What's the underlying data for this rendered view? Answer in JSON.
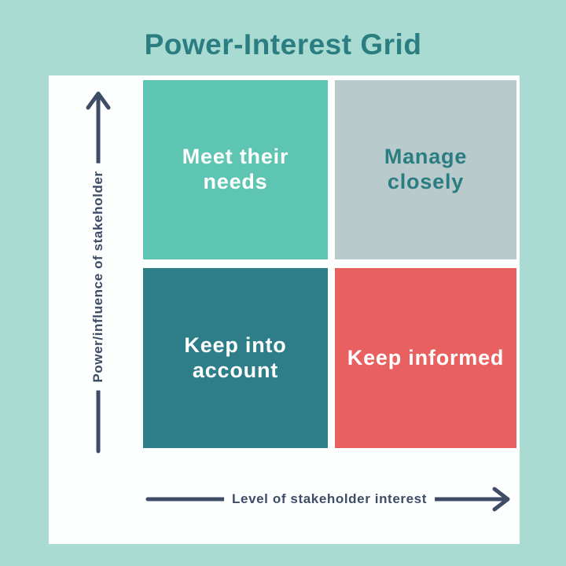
{
  "title": "Power-Interest Grid",
  "colors": {
    "background": "#a9dbd3",
    "card": "#fdfefe",
    "title_text": "#2a7d80",
    "axis": "#3e4c66"
  },
  "axes": {
    "y_label": "Power/influence of stakeholder",
    "x_label": "Level of stakeholder interest"
  },
  "quadrants": [
    {
      "name": "meet-their-needs",
      "label": "Meet their\nneeds",
      "position": "top-left",
      "bg": "#5fc5b3",
      "text_color": "#ffffff"
    },
    {
      "name": "manage-closely",
      "label": "Manage\nclosely",
      "position": "top-right",
      "bg": "#b9cacc",
      "text_color": "#2a7d80"
    },
    {
      "name": "keep-into-account",
      "label": "Keep into\naccount",
      "position": "bottom-left",
      "bg": "#2d7e88",
      "text_color": "#ffffff"
    },
    {
      "name": "keep-informed",
      "label": "Keep informed",
      "position": "bottom-right",
      "bg": "#e8605f",
      "text_color": "#ffffff"
    }
  ]
}
